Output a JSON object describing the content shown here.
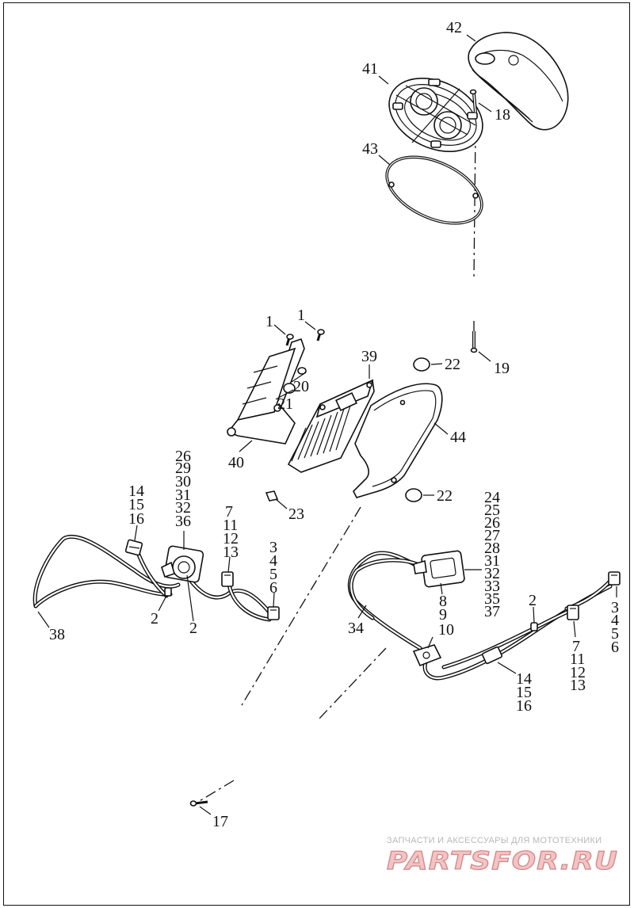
{
  "labels": {
    "l42": "42",
    "l41": "41",
    "l18": "18",
    "l43": "43",
    "l19": "19",
    "l1a": "1",
    "l1b": "1",
    "l39": "39",
    "l22a": "22",
    "l20": "20",
    "l21": "21",
    "l44": "44",
    "l40": "40",
    "l23": "23",
    "l22b": "22",
    "stack_left": [
      "26",
      "29",
      "30",
      "31",
      "32",
      "36"
    ],
    "stack_14_15_16_left": [
      "14",
      "15",
      "16"
    ],
    "stack_7_left": [
      "7",
      "11",
      "12",
      "13"
    ],
    "stack_3_left": [
      "3",
      "4",
      "5",
      "6"
    ],
    "l2a": "2",
    "l2b": "2",
    "l38": "38",
    "stack_right": [
      "24",
      "25",
      "26",
      "27",
      "28",
      "31",
      "32",
      "33",
      "35",
      "37"
    ],
    "stack_8_9": [
      "8",
      "9"
    ],
    "l10": "10",
    "l34": "34",
    "l2c": "2",
    "stack_3_right": [
      "3",
      "4",
      "5",
      "6"
    ],
    "stack_7_right": [
      "7",
      "11",
      "12",
      "13"
    ],
    "stack_14_15_16_right": [
      "14",
      "15",
      "16"
    ],
    "l17": "17"
  },
  "watermark": {
    "subtitle": "ЗАПЧАСТИ И АКСЕССУАРЫ ДЛЯ МОТОТЕХНИКИ",
    "logo": "PARTSFOR.RU"
  }
}
